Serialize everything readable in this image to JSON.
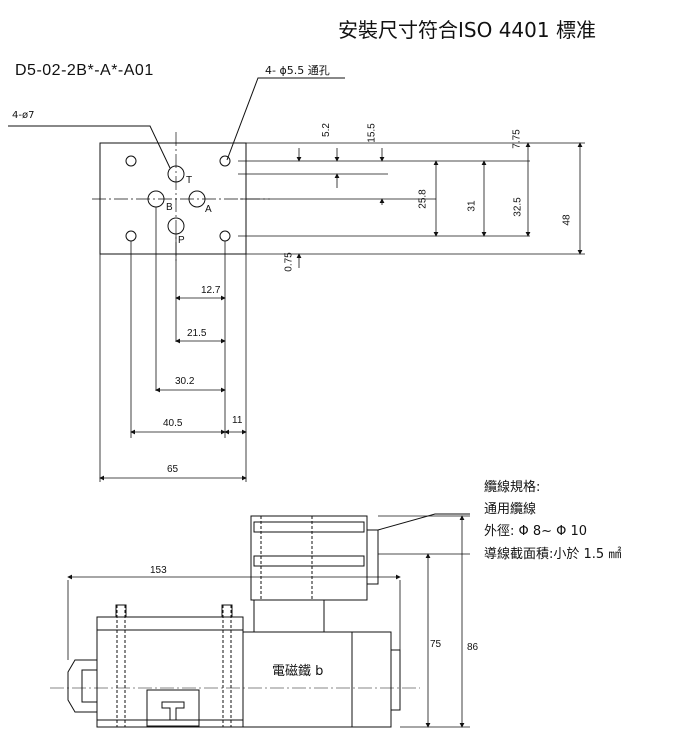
{
  "header": {
    "title": "安裝尺寸符合ISO 4401 標准",
    "model": "D5-02-2B*-A*-A01"
  },
  "top_view": {
    "callout_holes_small": "4-ø7",
    "callout_holes_large": "4- ϕ5.5  通孔",
    "port_t": "T",
    "port_b": "B",
    "port_a": "A",
    "port_p": "P",
    "dims_horizontal": {
      "d12_7": "12.7",
      "d21_5": "21.5",
      "d30_2": "30.2",
      "d40_5": "40.5",
      "d11": "11",
      "d65": "65"
    },
    "dims_vertical": {
      "d5_2": "5.2",
      "d15_5": "15.5",
      "d7_75": "7.75",
      "d25_8": "25.8",
      "d31": "31",
      "d32_5": "32.5",
      "d48": "48",
      "d0_75": "0.75"
    }
  },
  "side_view": {
    "cable_spec_title": "纜線規格:",
    "cable_spec_line": "通用纜線",
    "outer_diameter": "外徑:  Φ 8~ Φ 10",
    "cross_section": "導線截面積:小於 1.5 ㎟",
    "coil_label": "電磁鐵 b",
    "d153": "153",
    "d75": "75",
    "d86": "86"
  }
}
